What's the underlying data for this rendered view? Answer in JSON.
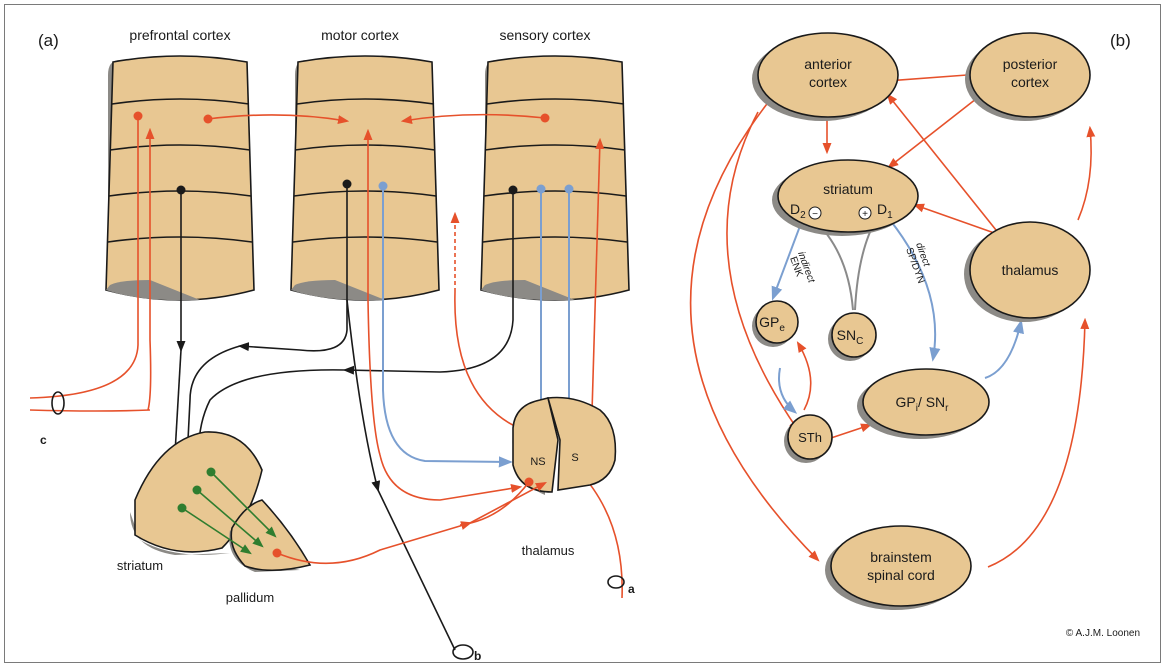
{
  "panel_a": {
    "label": "(a)",
    "cortex": {
      "prefrontal": "prefrontal cortex",
      "motor": "motor cortex",
      "sensory": "sensory cortex"
    },
    "striatum": "striatum",
    "pallidum": "pallidum",
    "thalamus": "thalamus",
    "thalamus_ns": "NS",
    "thalamus_s": "S",
    "loop_a": "a",
    "loop_b": "b",
    "loop_c": "c"
  },
  "panel_b": {
    "label": "(b)",
    "anterior_cortex": [
      "anterior",
      "cortex"
    ],
    "posterior_cortex": [
      "posterior",
      "cortex"
    ],
    "striatum": "striatum",
    "d2": "D",
    "d2_sub": "2",
    "d1": "D",
    "d1_sub": "1",
    "thalamus": "thalamus",
    "gpe": "GP",
    "gpe_sub": "e",
    "snc": "SN",
    "snc_sub": "C",
    "gpi": "GP",
    "gpi_sub": "i",
    "gpi_sep": "/ SN",
    "gpi_sub2": "r",
    "sth": "STh",
    "brainstem": [
      "brainstem",
      "spinal cord"
    ],
    "indirect": [
      "indirect",
      "ENK"
    ],
    "direct": [
      "direct",
      "SP/DYN"
    ],
    "minus": "−",
    "plus": "+"
  },
  "copyright": "© A.J.M. Loonen",
  "colors": {
    "node_fill": "#e8c792",
    "shadow": "#8c8a86",
    "excitatory": "#e6512b",
    "dopaminergic": "#7b9fd0",
    "inhibitory_internal": "#2f7d2f",
    "nigral": "#8a8a8a"
  }
}
